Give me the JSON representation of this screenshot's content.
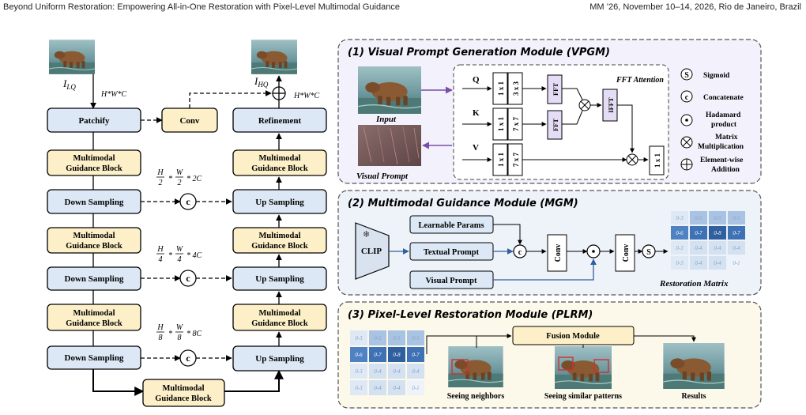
{
  "header": {
    "left": "Beyond Uniform Restoration: Empowering All-in-One Restoration with Pixel-Level Multimodal Guidance",
    "right": "MM ’26, November 10–14, 2026, Rio de Janeiro, Brazil"
  },
  "left": {
    "ilq": "I",
    "ilq_sub": "LQ",
    "ihq": "I",
    "ihq_sub": "HQ",
    "dim_in": "H*W*C",
    "dim_out": "H*W*C",
    "patchify": "Patchify",
    "conv": "Conv",
    "refinement": "Refinement",
    "mgb_line1": "Multimodal",
    "mgb_line2": "Guidance Block",
    "down": "Down Sampling",
    "up": "Up Sampling",
    "concat": "c",
    "scale1": {
      "h": "H",
      "hd": "2",
      "w": "W",
      "wd": "2",
      "c": "* 2C"
    },
    "scale2": {
      "h": "H",
      "hd": "4",
      "w": "W",
      "wd": "4",
      "c": "* 4C"
    },
    "scale3": {
      "h": "H",
      "hd": "8",
      "w": "W",
      "wd": "8",
      "c": "* 8C"
    }
  },
  "vpgm": {
    "title": "(1) Visual Prompt Generation Module (VPGM)",
    "input": "Input",
    "visual_prompt": "Visual Prompt",
    "q": "Q",
    "k": "K",
    "v": "V",
    "c1x1": "1 x 1",
    "c3x3": "3 x 3",
    "c7x7": "7 x 7",
    "fft": "FFT",
    "ifft": "IFFT",
    "fft_attention": "FFT Attention"
  },
  "legend": {
    "sigmoid_sym": "S",
    "sigmoid": "Sigmoid",
    "concat_sym": "c",
    "concat": "Concatenate",
    "hadamard": "Hadamard",
    "hadamard2": "product",
    "matrix": "Matrix",
    "matrix2": "Multiplication",
    "elem": "Element-wise",
    "elem2": "Addition"
  },
  "mgm": {
    "title": "(2) Multimodal Guidance Module (MGM)",
    "clip": "CLIP",
    "learnable": "Learnable Params",
    "textual": "Textual Prompt",
    "visual": "Visual Prompt",
    "conv": "Conv",
    "restoration_matrix": "Restoration Matrix",
    "matrix_values": [
      [
        "0-3",
        "0-5",
        "0-5",
        "0-5"
      ],
      [
        "0-6",
        "0-7",
        "0-8",
        "0-7"
      ],
      [
        "0-3",
        "0-4",
        "0-4",
        "0-4"
      ],
      [
        "0-3",
        "0-4",
        "0-4",
        "0-1"
      ]
    ]
  },
  "plrm": {
    "title": "(3) Pixel-Level Restoration Module (PLRM)",
    "fusion": "Fusion Module",
    "seeing_neighbors": "Seeing neighbors",
    "seeing_similar": "Seeing similar patterns",
    "results": "Results",
    "matrix_values": [
      [
        "0-3",
        "0-5",
        "0-5",
        "0-5"
      ],
      [
        "0-6",
        "0-7",
        "0-8",
        "0-7"
      ],
      [
        "0-3",
        "0-4",
        "0-4",
        "0-4"
      ],
      [
        "0-3",
        "0-4",
        "0-4",
        "0-1"
      ]
    ]
  },
  "colors": {
    "blue_box": "#dce8f5",
    "yellow_box": "#fdf0c8",
    "module_bg_1": "#f3f1fb",
    "module_bg_2": "#eef3fa",
    "module_bg_3": "#fcf8ea",
    "purple": "#7a4ea6",
    "fft_fill": "#e4ddf5",
    "matrix_dark": "#2f5f9e"
  }
}
